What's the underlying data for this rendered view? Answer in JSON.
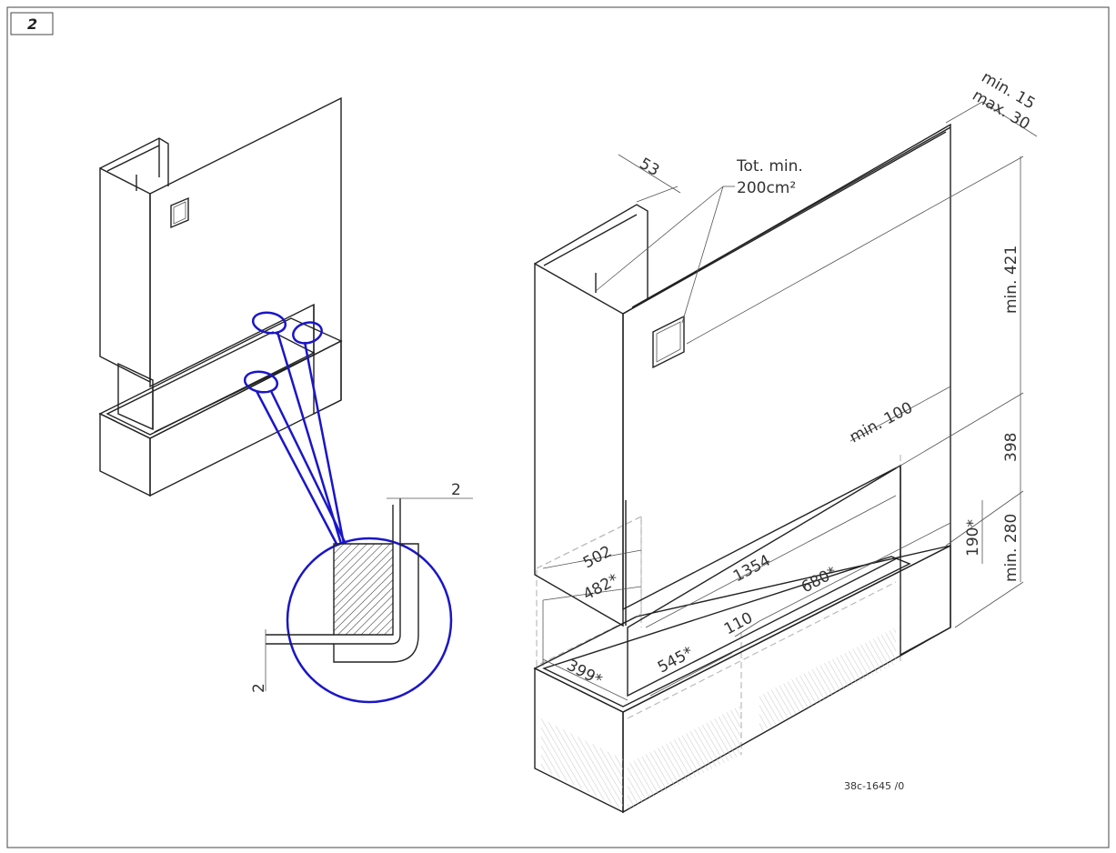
{
  "page_number": "2",
  "drawing_code": "38c-1645 /0",
  "callouts": {
    "ventilation": [
      "Tot. min.",
      "200cm²"
    ],
    "hearth_gap": "min. 15",
    "wall_gap_max": "max. 30"
  },
  "dimensions": {
    "d53": "53",
    "d421": "min. 421",
    "d100": "min. 100",
    "d398": "398",
    "d280": "min. 280",
    "d190": "190*",
    "d502": "502",
    "d482": "482*",
    "d1354": "1354",
    "d680": "680*",
    "d110": "110",
    "d545": "545*",
    "d399": "399*"
  },
  "detail": {
    "gap_top": "2",
    "gap_left": "2"
  },
  "colors": {
    "line": "#222222",
    "highlight": "#1a16c8",
    "hidden": "#bbbbbb"
  }
}
